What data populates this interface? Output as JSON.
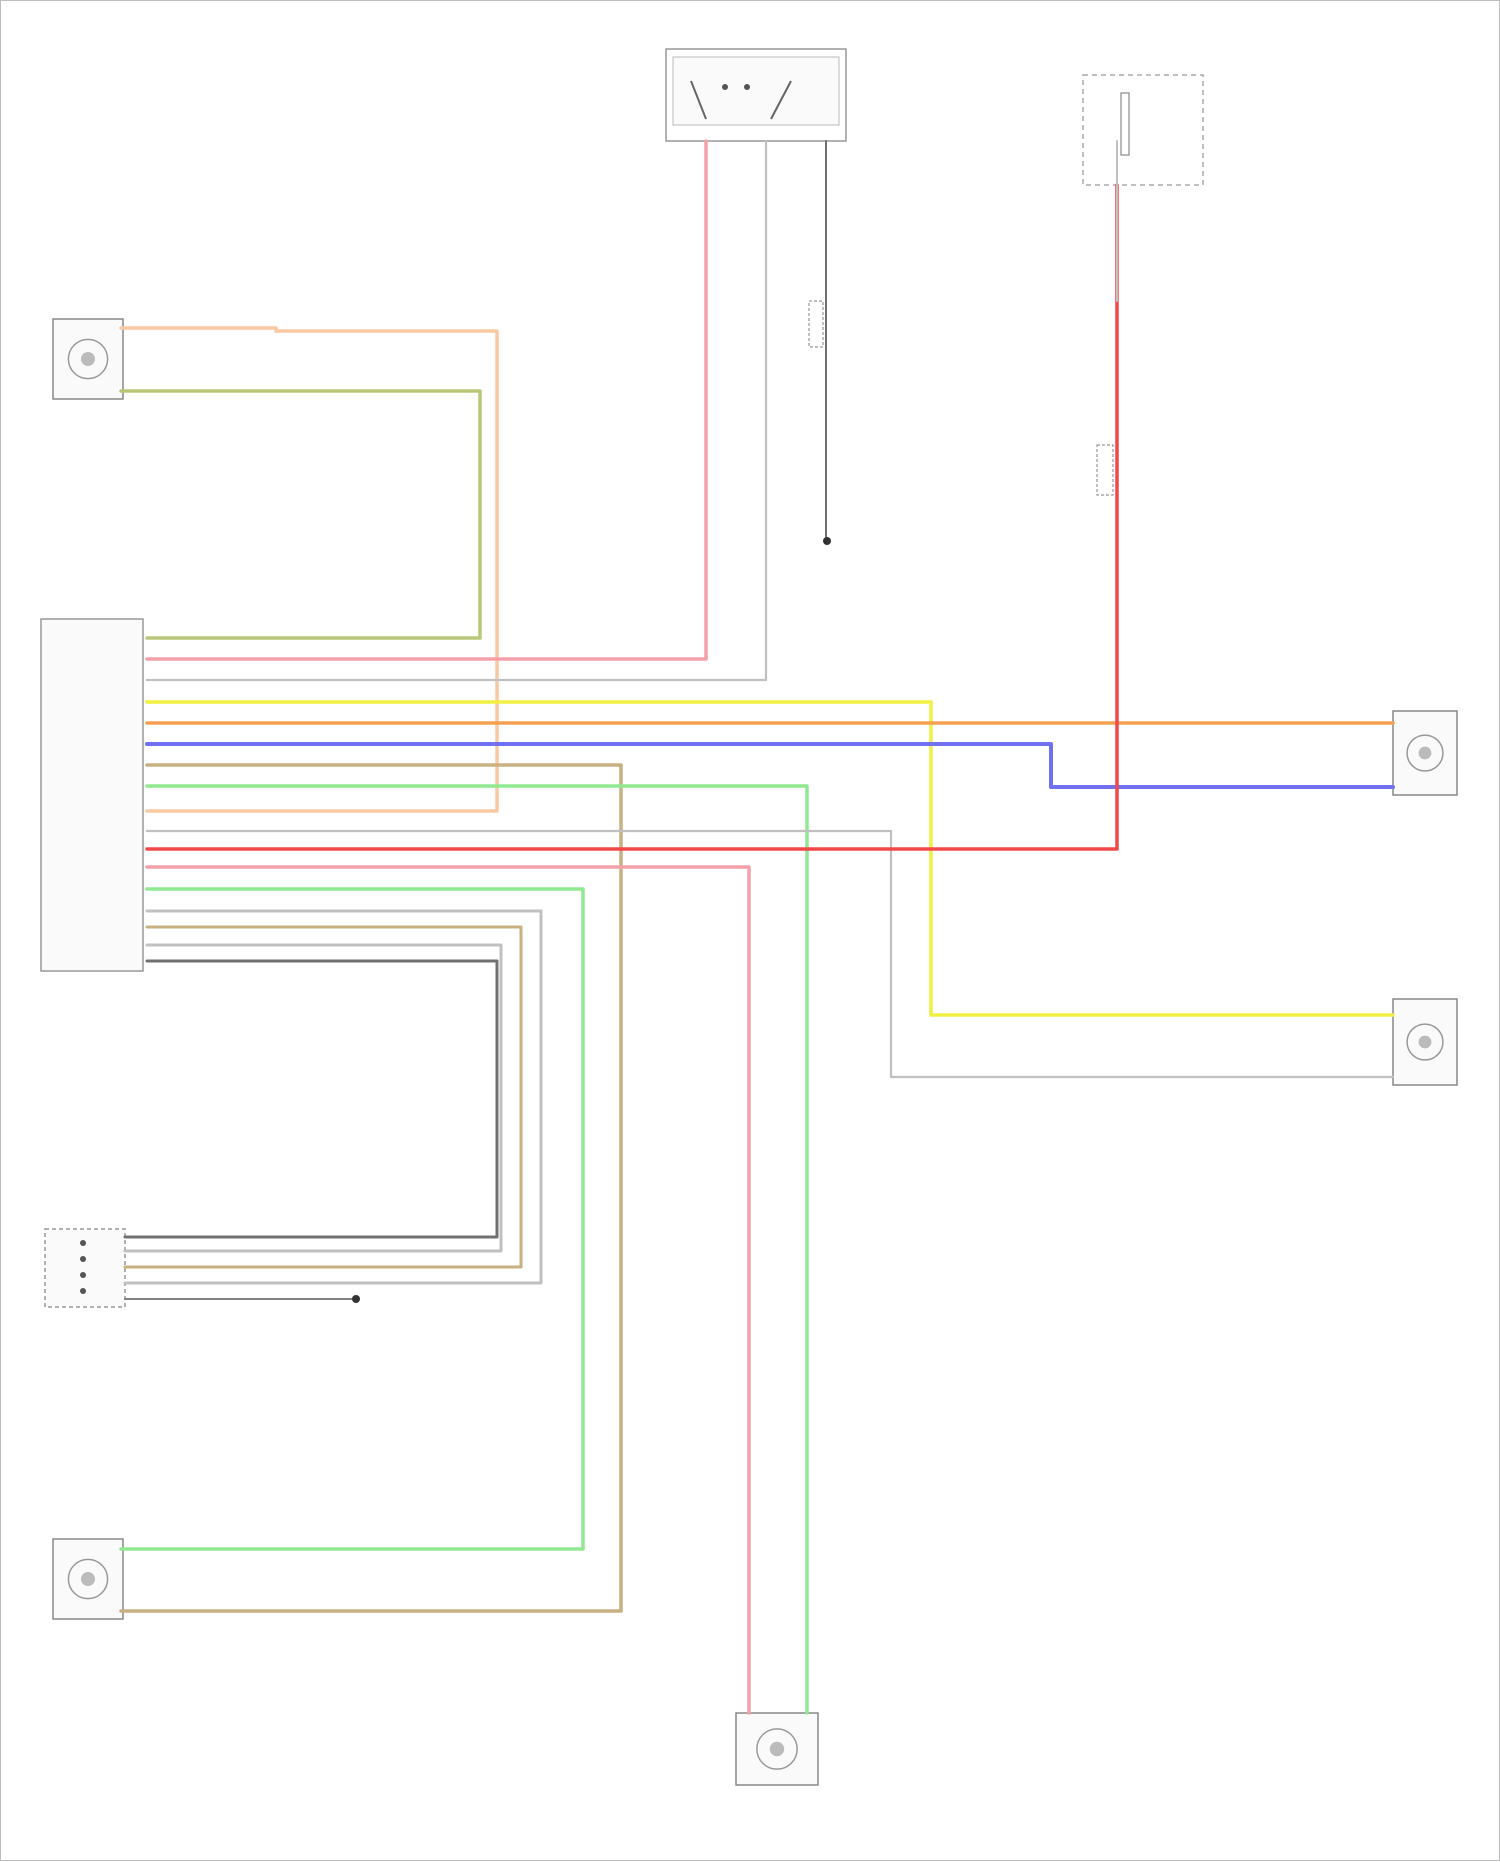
{
  "colors": {
    "pink": "#f4a0a8",
    "red": "#f04848",
    "light_orange": "#f8c8a0",
    "olive_green": "#b8c878",
    "yellow": "#f0f040",
    "orange": "#f4a050",
    "blue": "#7070f0",
    "green": "#90e890",
    "brown": "#c8b080",
    "grey": "#c0c0c0",
    "dark_grey": "#707070"
  },
  "diagram": {
    "reference_code": "",
    "components": [
      {
        "name": "",
        "kind": "switch"
      },
      {
        "name": "",
        "kind": "fuse-box"
      },
      {
        "name": "",
        "kind": "motor"
      },
      {
        "name": "",
        "kind": "seat-switch"
      },
      {
        "name": "",
        "kind": "motor"
      },
      {
        "name": "",
        "kind": "motor"
      },
      {
        "name": "",
        "kind": "sensor"
      },
      {
        "name": "",
        "kind": "motor"
      },
      {
        "name": "",
        "kind": "motor"
      }
    ],
    "grounds": [
      {
        "label": ""
      },
      {
        "label": ""
      }
    ],
    "connectors": [
      {
        "label": ""
      },
      {
        "label": ""
      }
    ],
    "wire_labels": [],
    "switch_pins": []
  }
}
